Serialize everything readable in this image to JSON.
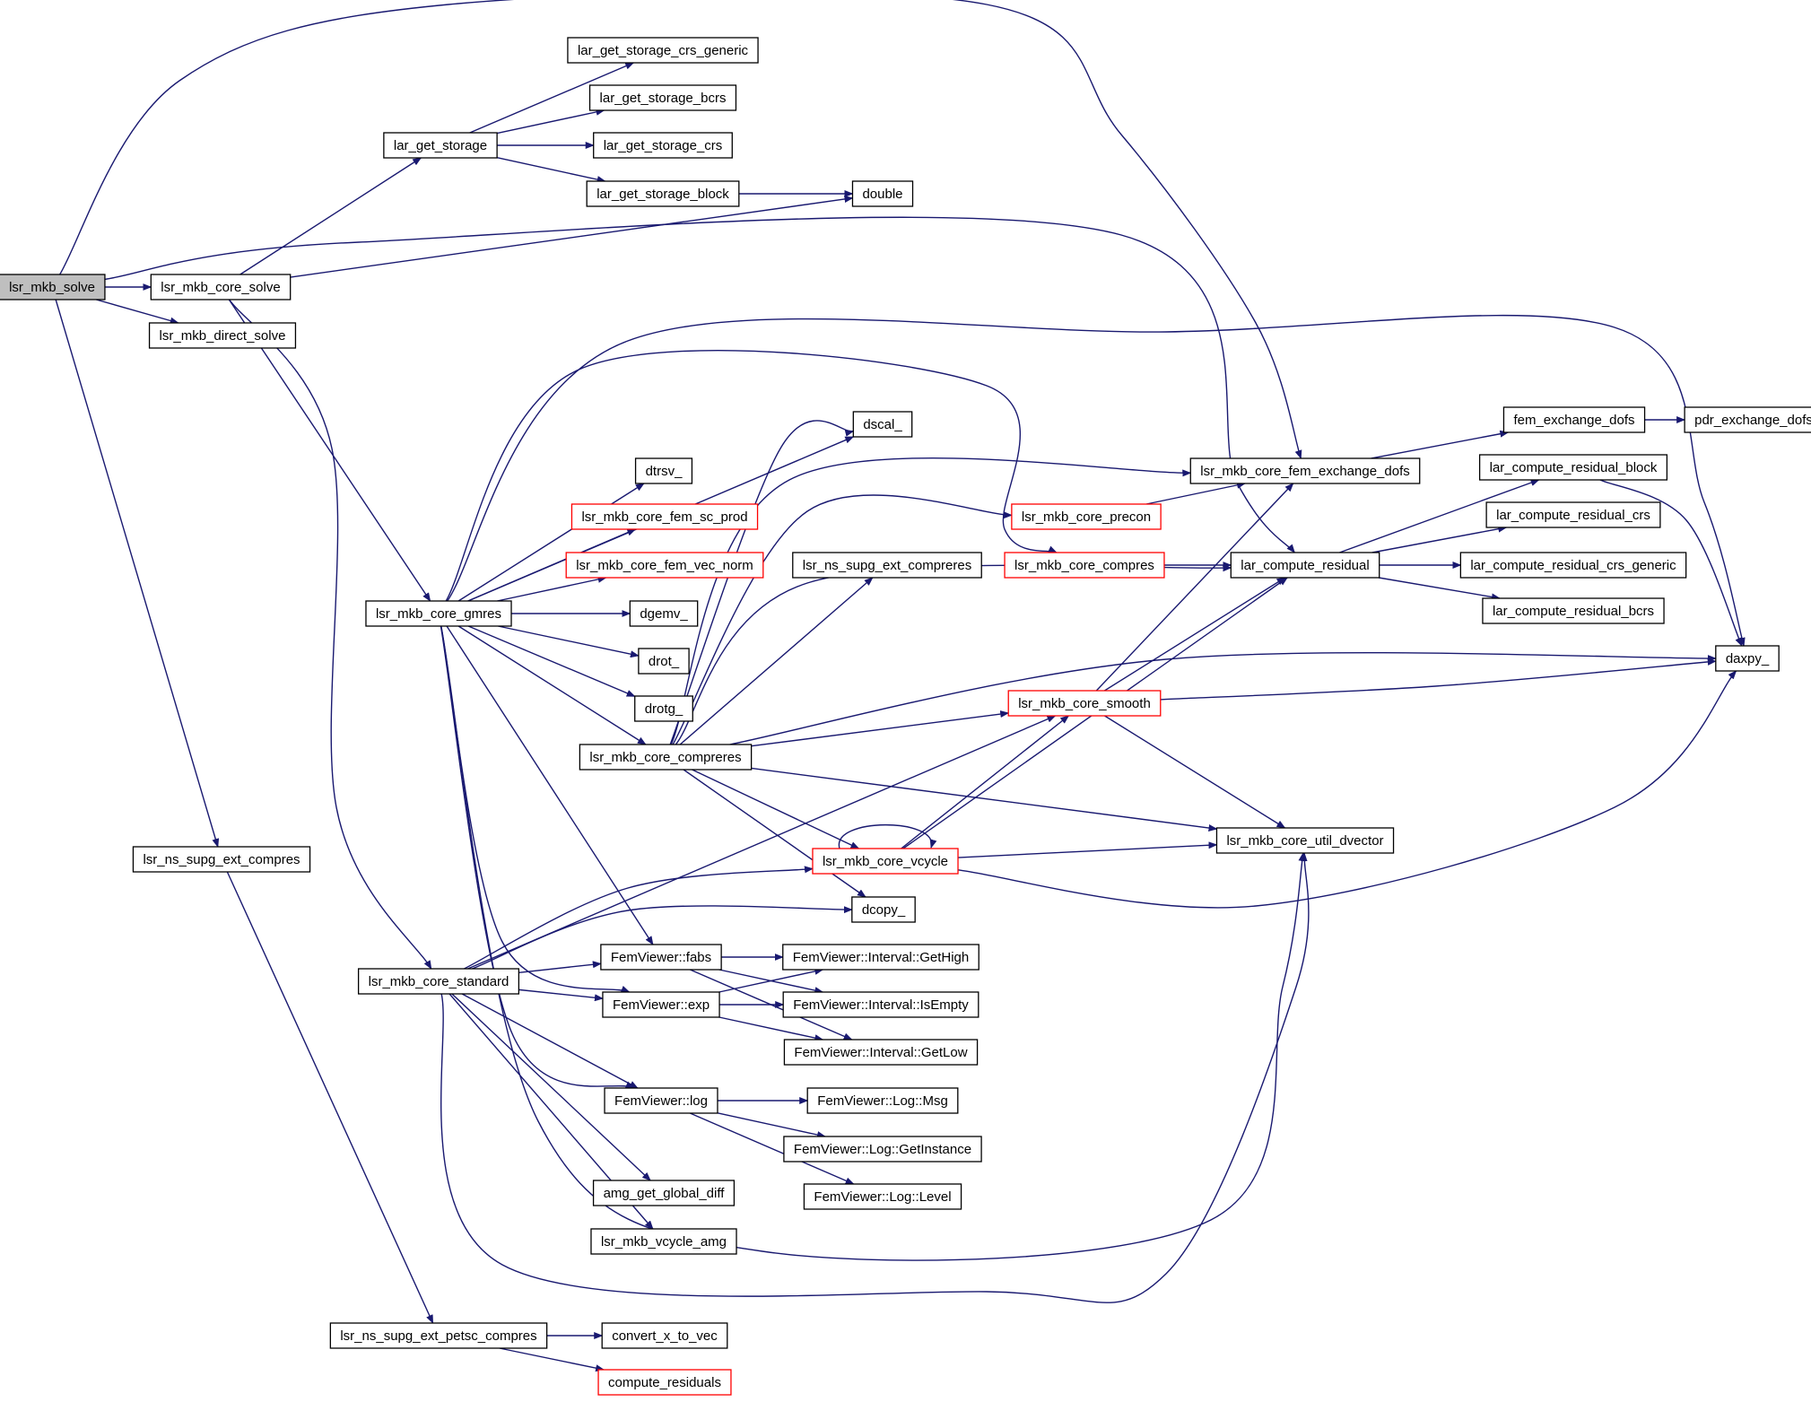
{
  "colors": {
    "edge": "#191970",
    "node_border": "#000000",
    "node_border_truncated": "#ff0000",
    "node_fill": "#ffffff",
    "root_fill": "#bfbfbf"
  },
  "nodes": [
    {
      "id": "lsr_mkb_solve",
      "label": "lsr_mkb_solve",
      "root": true
    },
    {
      "id": "lsr_mkb_core_solve",
      "label": "lsr_mkb_core_solve"
    },
    {
      "id": "lsr_mkb_direct_solve",
      "label": "lsr_mkb_direct_solve"
    },
    {
      "id": "lar_get_storage",
      "label": "lar_get_storage"
    },
    {
      "id": "lar_get_storage_crs_generic",
      "label": "lar_get_storage_crs_generic"
    },
    {
      "id": "lar_get_storage_bcrs",
      "label": "lar_get_storage_bcrs"
    },
    {
      "id": "lar_get_storage_crs",
      "label": "lar_get_storage_crs"
    },
    {
      "id": "lar_get_storage_block",
      "label": "lar_get_storage_block"
    },
    {
      "id": "double",
      "label": "double"
    },
    {
      "id": "dscal_",
      "label": "dscal_"
    },
    {
      "id": "dtrsv_",
      "label": "dtrsv_"
    },
    {
      "id": "lsr_mkb_core_fem_sc_prod",
      "label": "lsr_mkb_core_fem_sc_prod",
      "truncated": true
    },
    {
      "id": "lsr_mkb_core_fem_vec_norm",
      "label": "lsr_mkb_core_fem_vec_norm",
      "truncated": true
    },
    {
      "id": "lsr_mkb_core_gmres",
      "label": "lsr_mkb_core_gmres"
    },
    {
      "id": "dgemv_",
      "label": "dgemv_"
    },
    {
      "id": "drot_",
      "label": "drot_"
    },
    {
      "id": "drotg_",
      "label": "drotg_"
    },
    {
      "id": "lsr_mkb_core_compreres",
      "label": "lsr_mkb_core_compreres"
    },
    {
      "id": "lsr_ns_supg_ext_compreres",
      "label": "lsr_ns_supg_ext_compreres"
    },
    {
      "id": "lsr_mkb_core_precon",
      "label": "lsr_mkb_core_precon",
      "truncated": true
    },
    {
      "id": "lsr_mkb_core_compres",
      "label": "lsr_mkb_core_compres",
      "truncated": true
    },
    {
      "id": "lsr_mkb_core_fem_exchange_dofs",
      "label": "lsr_mkb_core_fem_exchange_dofs"
    },
    {
      "id": "fem_exchange_dofs",
      "label": "fem_exchange_dofs"
    },
    {
      "id": "pdr_exchange_dofs",
      "label": "pdr_exchange_dofs"
    },
    {
      "id": "lar_compute_residual",
      "label": "lar_compute_residual"
    },
    {
      "id": "lar_compute_residual_block",
      "label": "lar_compute_residual_block"
    },
    {
      "id": "lar_compute_residual_crs",
      "label": "lar_compute_residual_crs"
    },
    {
      "id": "lar_compute_residual_crs_generic",
      "label": "lar_compute_residual_crs_generic"
    },
    {
      "id": "lar_compute_residual_bcrs",
      "label": "lar_compute_residual_bcrs"
    },
    {
      "id": "daxpy_",
      "label": "daxpy_"
    },
    {
      "id": "lsr_mkb_core_smooth",
      "label": "lsr_mkb_core_smooth",
      "truncated": true
    },
    {
      "id": "lsr_mkb_core_util_dvector",
      "label": "lsr_mkb_core_util_dvector"
    },
    {
      "id": "lsr_mkb_core_vcycle",
      "label": "lsr_mkb_core_vcycle",
      "truncated": true
    },
    {
      "id": "dcopy_",
      "label": "dcopy_"
    },
    {
      "id": "lsr_ns_supg_ext_compres",
      "label": "lsr_ns_supg_ext_compres"
    },
    {
      "id": "lsr_mkb_core_standard",
      "label": "lsr_mkb_core_standard"
    },
    {
      "id": "FemViewer_fabs",
      "label": "FemViewer::fabs"
    },
    {
      "id": "FemViewer_exp",
      "label": "FemViewer::exp"
    },
    {
      "id": "FemViewer_Interval_GetHigh",
      "label": "FemViewer::Interval::GetHigh"
    },
    {
      "id": "FemViewer_Interval_IsEmpty",
      "label": "FemViewer::Interval::IsEmpty"
    },
    {
      "id": "FemViewer_Interval_GetLow",
      "label": "FemViewer::Interval::GetLow"
    },
    {
      "id": "FemViewer_log",
      "label": "FemViewer::log"
    },
    {
      "id": "FemViewer_Log_Msg",
      "label": "FemViewer::Log::Msg"
    },
    {
      "id": "FemViewer_Log_GetInstance",
      "label": "FemViewer::Log::GetInstance"
    },
    {
      "id": "FemViewer_Log_Level",
      "label": "FemViewer::Log::Level"
    },
    {
      "id": "amg_get_global_diff",
      "label": "amg_get_global_diff"
    },
    {
      "id": "lsr_mkb_vcycle_amg",
      "label": "lsr_mkb_vcycle_amg"
    },
    {
      "id": "lsr_ns_supg_ext_petsc_compres",
      "label": "lsr_ns_supg_ext_petsc_compres"
    },
    {
      "id": "convert_x_to_vec",
      "label": "convert_x_to_vec"
    },
    {
      "id": "compute_residuals",
      "label": "compute_residuals",
      "truncated": true
    }
  ],
  "edges": [
    [
      "lsr_mkb_solve",
      "lsr_mkb_core_solve"
    ],
    [
      "lsr_mkb_solve",
      "lsr_mkb_direct_solve"
    ],
    [
      "lsr_mkb_solve",
      "lsr_ns_supg_ext_compres"
    ],
    [
      "lsr_mkb_solve",
      "lsr_mkb_core_fem_exchange_dofs"
    ],
    [
      "lsr_mkb_solve",
      "lar_compute_residual"
    ],
    [
      "lsr_mkb_core_solve",
      "lar_get_storage"
    ],
    [
      "lsr_mkb_core_solve",
      "double"
    ],
    [
      "lsr_mkb_core_solve",
      "lsr_mkb_core_gmres"
    ],
    [
      "lsr_mkb_core_solve",
      "lsr_mkb_core_standard"
    ],
    [
      "lar_get_storage",
      "lar_get_storage_crs_generic"
    ],
    [
      "lar_get_storage",
      "lar_get_storage_bcrs"
    ],
    [
      "lar_get_storage",
      "lar_get_storage_crs"
    ],
    [
      "lar_get_storage",
      "lar_get_storage_block"
    ],
    [
      "lar_get_storage_block",
      "double"
    ],
    [
      "lsr_mkb_core_gmres",
      "dscal_"
    ],
    [
      "lsr_mkb_core_gmres",
      "dtrsv_"
    ],
    [
      "lsr_mkb_core_gmres",
      "lsr_mkb_core_fem_sc_prod"
    ],
    [
      "lsr_mkb_core_gmres",
      "lsr_mkb_core_fem_vec_norm"
    ],
    [
      "lsr_mkb_core_gmres",
      "dgemv_"
    ],
    [
      "lsr_mkb_core_gmres",
      "drot_"
    ],
    [
      "lsr_mkb_core_gmres",
      "drotg_"
    ],
    [
      "lsr_mkb_core_gmres",
      "lsr_mkb_core_compreres"
    ],
    [
      "lsr_mkb_core_gmres",
      "daxpy_"
    ],
    [
      "lsr_mkb_core_gmres",
      "lsr_mkb_core_compres"
    ],
    [
      "lsr_mkb_core_gmres",
      "FemViewer_fabs"
    ],
    [
      "lsr_mkb_core_gmres",
      "FemViewer_exp"
    ],
    [
      "lsr_mkb_core_gmres",
      "FemViewer_log"
    ],
    [
      "lsr_mkb_core_gmres",
      "lsr_mkb_core_util_dvector"
    ],
    [
      "lsr_mkb_core_compreres",
      "dscal_"
    ],
    [
      "lsr_mkb_core_compreres",
      "lsr_ns_supg_ext_compreres"
    ],
    [
      "lsr_mkb_core_compreres",
      "lsr_mkb_core_precon"
    ],
    [
      "lsr_mkb_core_compreres",
      "lsr_mkb_core_fem_exchange_dofs"
    ],
    [
      "lsr_mkb_core_compreres",
      "lar_compute_residual"
    ],
    [
      "lsr_mkb_core_compreres",
      "daxpy_"
    ],
    [
      "lsr_mkb_core_compreres",
      "lsr_mkb_core_smooth"
    ],
    [
      "lsr_mkb_core_compreres",
      "lsr_mkb_core_util_dvector"
    ],
    [
      "lsr_mkb_core_compreres",
      "lsr_mkb_core_vcycle"
    ],
    [
      "lsr_mkb_core_compreres",
      "dcopy_"
    ],
    [
      "lsr_mkb_core_precon",
      "lsr_mkb_core_fem_exchange_dofs"
    ],
    [
      "lsr_mkb_core_compres",
      "lar_compute_residual"
    ],
    [
      "lsr_mkb_core_fem_exchange_dofs",
      "fem_exchange_dofs"
    ],
    [
      "fem_exchange_dofs",
      "pdr_exchange_dofs"
    ],
    [
      "lar_compute_residual",
      "lar_compute_residual_block"
    ],
    [
      "lar_compute_residual",
      "lar_compute_residual_crs"
    ],
    [
      "lar_compute_residual",
      "lar_compute_residual_crs_generic"
    ],
    [
      "lar_compute_residual",
      "lar_compute_residual_bcrs"
    ],
    [
      "lar_compute_residual_block",
      "daxpy_"
    ],
    [
      "lsr_mkb_core_smooth",
      "lsr_mkb_core_fem_exchange_dofs"
    ],
    [
      "lsr_mkb_core_smooth",
      "lar_compute_residual"
    ],
    [
      "lsr_mkb_core_smooth",
      "daxpy_"
    ],
    [
      "lsr_mkb_core_smooth",
      "lsr_mkb_core_util_dvector"
    ],
    [
      "lsr_mkb_core_vcycle",
      "lsr_mkb_core_vcycle"
    ],
    [
      "lsr_mkb_core_vcycle",
      "lsr_mkb_core_smooth"
    ],
    [
      "lsr_mkb_core_vcycle",
      "lar_compute_residual"
    ],
    [
      "lsr_mkb_core_vcycle",
      "lsr_mkb_core_util_dvector"
    ],
    [
      "lsr_mkb_core_vcycle",
      "daxpy_"
    ],
    [
      "lsr_mkb_core_standard",
      "lsr_mkb_core_smooth"
    ],
    [
      "lsr_mkb_core_standard",
      "lsr_mkb_core_vcycle"
    ],
    [
      "lsr_mkb_core_standard",
      "dcopy_"
    ],
    [
      "lsr_mkb_core_standard",
      "FemViewer_fabs"
    ],
    [
      "lsr_mkb_core_standard",
      "FemViewer_exp"
    ],
    [
      "lsr_mkb_core_standard",
      "FemViewer_log"
    ],
    [
      "lsr_mkb_core_standard",
      "amg_get_global_diff"
    ],
    [
      "lsr_mkb_core_standard",
      "lsr_mkb_vcycle_amg"
    ],
    [
      "lsr_mkb_core_standard",
      "lsr_mkb_core_util_dvector"
    ],
    [
      "FemViewer_fabs",
      "FemViewer_Interval_GetHigh"
    ],
    [
      "FemViewer_fabs",
      "FemViewer_Interval_IsEmpty"
    ],
    [
      "FemViewer_fabs",
      "FemViewer_Interval_GetLow"
    ],
    [
      "FemViewer_exp",
      "FemViewer_Interval_GetHigh"
    ],
    [
      "FemViewer_exp",
      "FemViewer_Interval_IsEmpty"
    ],
    [
      "FemViewer_exp",
      "FemViewer_Interval_GetLow"
    ],
    [
      "FemViewer_log",
      "FemViewer_Log_Msg"
    ],
    [
      "FemViewer_log",
      "FemViewer_Log_GetInstance"
    ],
    [
      "FemViewer_log",
      "FemViewer_Log_Level"
    ],
    [
      "lsr_ns_supg_ext_compres",
      "lsr_ns_supg_ext_petsc_compres"
    ],
    [
      "lsr_ns_supg_ext_petsc_compres",
      "convert_x_to_vec"
    ],
    [
      "lsr_ns_supg_ext_petsc_compres",
      "compute_residuals"
    ]
  ]
}
